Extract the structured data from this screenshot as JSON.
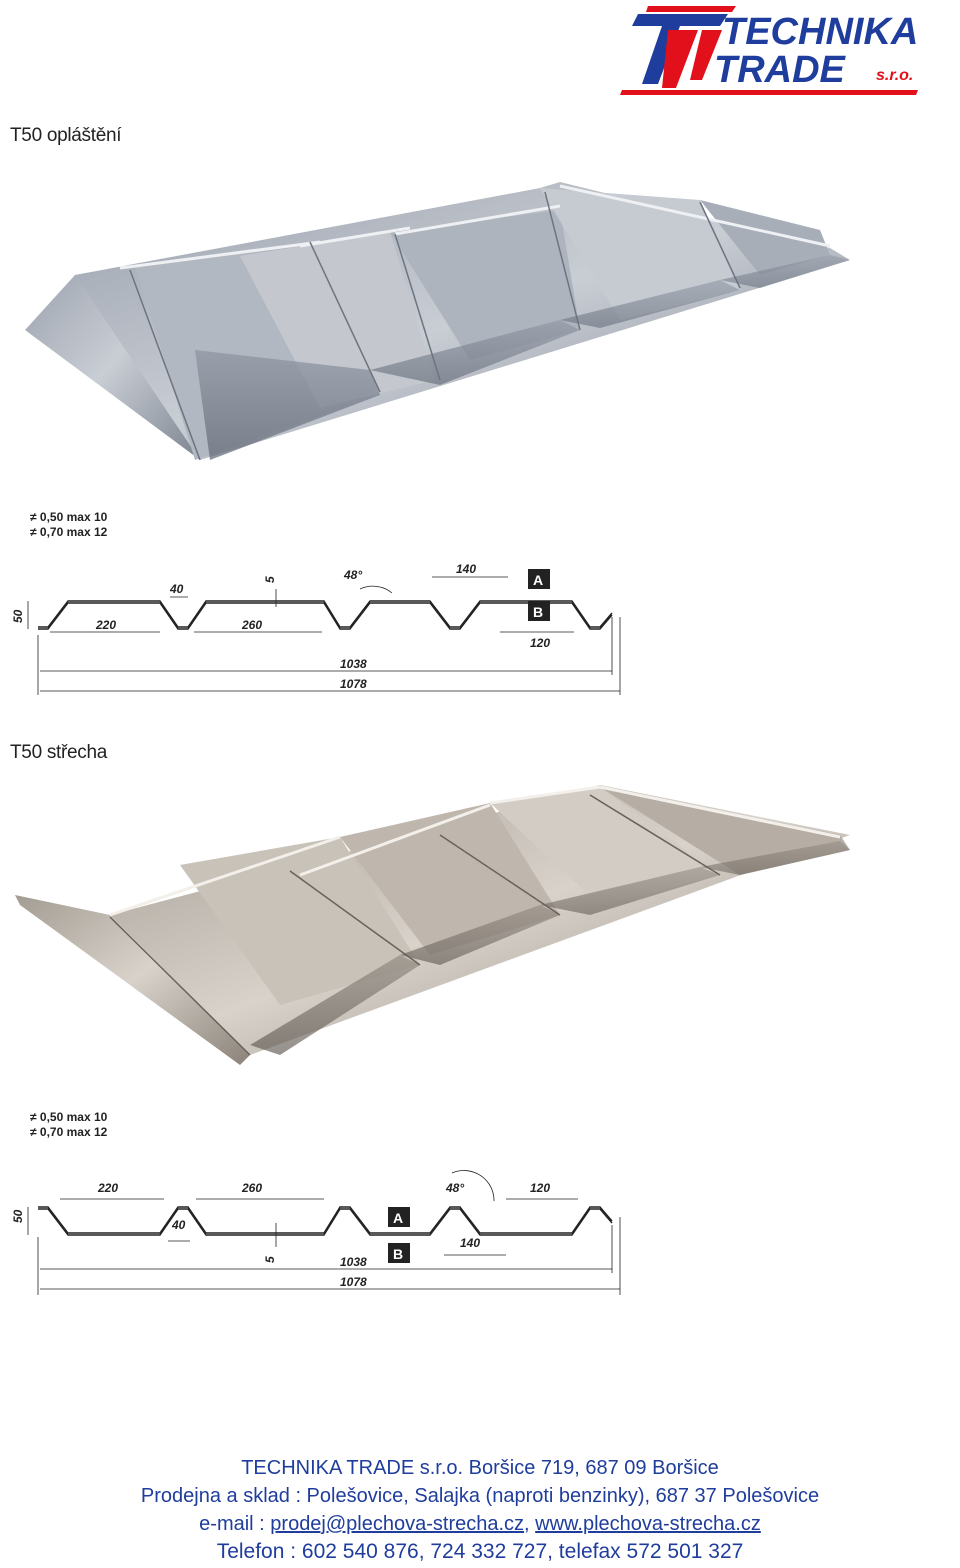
{
  "logo": {
    "line1": "TECHNIKA",
    "line2": "TRADE",
    "suffix": "s.r.o."
  },
  "sections": [
    {
      "title": "T50 opláštění",
      "legend": [
        "≠ 0,50  max 10",
        "≠ 0,70  max 12"
      ],
      "dims": {
        "height": "50",
        "d220": "220",
        "d40": "40",
        "d260": "260",
        "d5": "5",
        "angle": "48°",
        "d140": "140",
        "d120": "120",
        "d1038": "1038",
        "d1078": "1078",
        "a": "A",
        "b": "B"
      }
    },
    {
      "title": "T50 střecha",
      "legend": [
        "≠ 0,50  max 10",
        "≠ 0,70  max 12"
      ],
      "dims": {
        "height": "50",
        "d220": "220",
        "d40": "40",
        "d260": "260",
        "d5": "5",
        "angle": "48°",
        "d140": "140",
        "d120": "120",
        "d1038": "1038",
        "d1078": "1078",
        "a": "A",
        "b": "B"
      }
    }
  ],
  "footer": {
    "line1": "TECHNIKA TRADE s.r.o. Boršice 719, 687 09 Boršice",
    "line2": "Prodejna a sklad : Polešovice, Salajka (naproti benzinky), 687 37 Polešovice",
    "email_label": "e-mail : ",
    "email": "prodej@plechova-strecha.cz",
    "separator": ", ",
    "web": "www.plechova-strecha.cz",
    "line4": "Telefon : 602 540 876, 724 332 727, telefax 572 501 327"
  },
  "colors": {
    "brand_red": "#e1101a",
    "brand_blue": "#1f3d9c",
    "footer_text": "#1f3d9c"
  }
}
